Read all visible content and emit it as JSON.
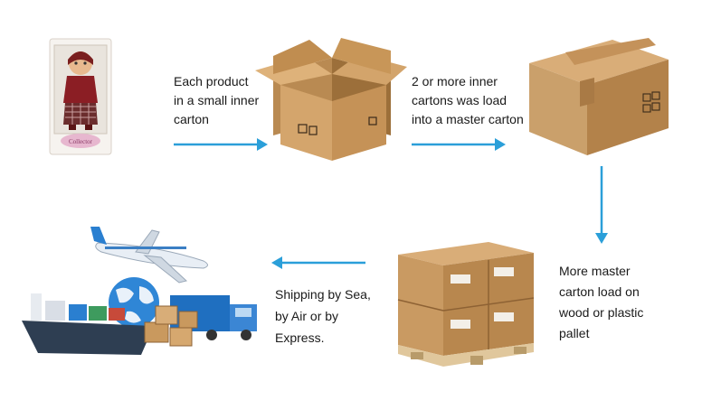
{
  "steps": [
    {
      "id": "inner-carton",
      "lines": [
        "Each product",
        "in a small inner",
        "carton"
      ]
    },
    {
      "id": "master-carton",
      "lines": [
        "2 or more inner",
        "cartons was load",
        "into a master carton"
      ]
    },
    {
      "id": "pallet",
      "lines": [
        "More master",
        "carton load on",
        "wood or plastic",
        "pallet"
      ]
    },
    {
      "id": "shipping",
      "lines": [
        "Shipping by Sea,",
        "by Air or by",
        "Express."
      ]
    }
  ],
  "product_box_label": "Collector",
  "colors": {
    "arrow": "#2b9fd9",
    "carton": "#c9995e",
    "carton_dark": "#a8773f",
    "tape": "#b5834a"
  }
}
